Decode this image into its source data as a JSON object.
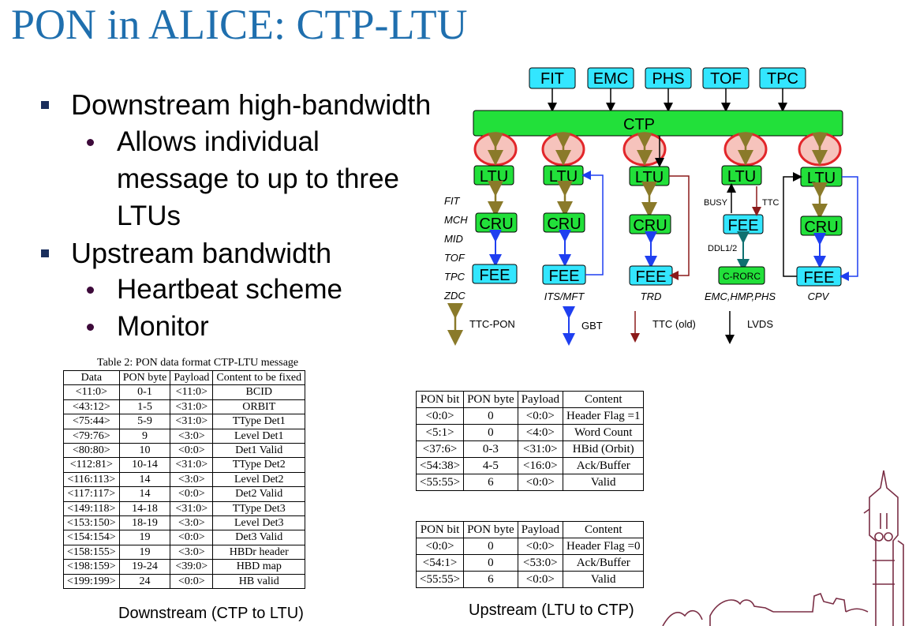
{
  "slide": {
    "title": "PON in ALICE: CTP-LTU",
    "bullets": [
      {
        "text": "Downstream high-bandwidth",
        "sub": [
          {
            "lines": [
              "Allows individual",
              "message to up to three",
              "LTUs"
            ]
          }
        ]
      },
      {
        "text": "Upstream bandwidth",
        "sub": [
          {
            "lines": [
              "Heartbeat scheme"
            ]
          },
          {
            "lines": [
              "Monitor"
            ]
          }
        ]
      }
    ]
  },
  "diagram": {
    "detectors_top": [
      "FIT",
      "EMC",
      "PHS",
      "TOF",
      "TPC"
    ],
    "ctp_label": "CTP",
    "ltu_label": "LTU",
    "cru_label": "CRU",
    "fee_label": "FEE",
    "crorc_label": "C-RORC",
    "busy_label": "BUSY",
    "ttc_label": "TTC",
    "ddl_label": "DDL1/2",
    "left_detectors": [
      "FIT",
      "MCH",
      "MID",
      "TOF",
      "TPC",
      "ZDC"
    ],
    "column_labels": [
      "ITS/MFT",
      "TRD",
      "EMC,HMP,PHS",
      "CPV"
    ],
    "legend": [
      {
        "label": "TTC-PON",
        "color": "#8a7a2a"
      },
      {
        "label": "GBT",
        "color": "#1f3ff0"
      },
      {
        "label": "TTC (old)",
        "color": "#8b1a1a"
      },
      {
        "label": "LVDS",
        "color": "#000000"
      }
    ],
    "colors": {
      "box_cyan": "#33e6ff",
      "box_green": "#22e03a",
      "circle_red": "#e2262a",
      "circle_fill": "#f5b8b0"
    }
  },
  "table_downstream": {
    "caption": "Table 2:  PON data format CTP-LTU message",
    "headers": [
      "Data",
      "PON byte",
      "Payload",
      "Content to be fixed"
    ],
    "rows": [
      [
        "<11:0>",
        "0-1",
        "<11:0>",
        "BCID"
      ],
      [
        "<43:12>",
        "1-5",
        "<31:0>",
        "ORBIT"
      ],
      [
        "<75:44>",
        "5-9",
        "<31:0>",
        "TType Det1"
      ],
      [
        "<79:76>",
        "9",
        "<3:0>",
        "Level Det1"
      ],
      [
        "<80:80>",
        "10",
        "<0:0>",
        "Det1 Valid"
      ],
      [
        "<112:81>",
        "10-14",
        "<31:0>",
        "TType Det2"
      ],
      [
        "<116:113>",
        "14",
        "<3:0>",
        "Level Det2"
      ],
      [
        "<117:117>",
        "14",
        "<0:0>",
        "Det2 Valid"
      ],
      [
        "<149:118>",
        "14-18",
        "<31:0>",
        "TType Det3"
      ],
      [
        "<153:150>",
        "18-19",
        "<3:0>",
        "Level Det3"
      ],
      [
        "<154:154>",
        "19",
        "<0:0>",
        "Det3 Valid"
      ],
      [
        "<158:155>",
        "19",
        "<3:0>",
        "HBDr header"
      ],
      [
        "<198:159>",
        "19-24",
        "<39:0>",
        "HBD map"
      ],
      [
        "<199:199>",
        "24",
        "<0:0>",
        "HB valid"
      ]
    ],
    "label": "Downstream (CTP to LTU)"
  },
  "table_upstream_1": {
    "headers": [
      "PON bit",
      "PON byte",
      "Payload",
      "Content"
    ],
    "rows": [
      [
        "<0:0>",
        "0",
        "<0:0>",
        "Header Flag =1"
      ],
      [
        "<5:1>",
        "0",
        "<4:0>",
        "Word Count"
      ],
      [
        "<37:6>",
        "0-3",
        "<31:0>",
        "HBid (Orbit)"
      ],
      [
        "<54:38>",
        "4-5",
        "<16:0>",
        "Ack/Buffer"
      ],
      [
        "<55:55>",
        "6",
        "<0:0>",
        "Valid"
      ]
    ]
  },
  "table_upstream_2": {
    "headers": [
      "PON bit",
      "PON byte",
      "Payload",
      "Content"
    ],
    "rows": [
      [
        "<0:0>",
        "0",
        "<0:0>",
        "Header Flag =0"
      ],
      [
        "<54:1>",
        "0",
        "<53:0>",
        "Ack/Buffer"
      ],
      [
        "<55:55>",
        "6",
        "<0:0>",
        "Valid"
      ]
    ],
    "label": "Upstream (LTU to CTP)"
  }
}
